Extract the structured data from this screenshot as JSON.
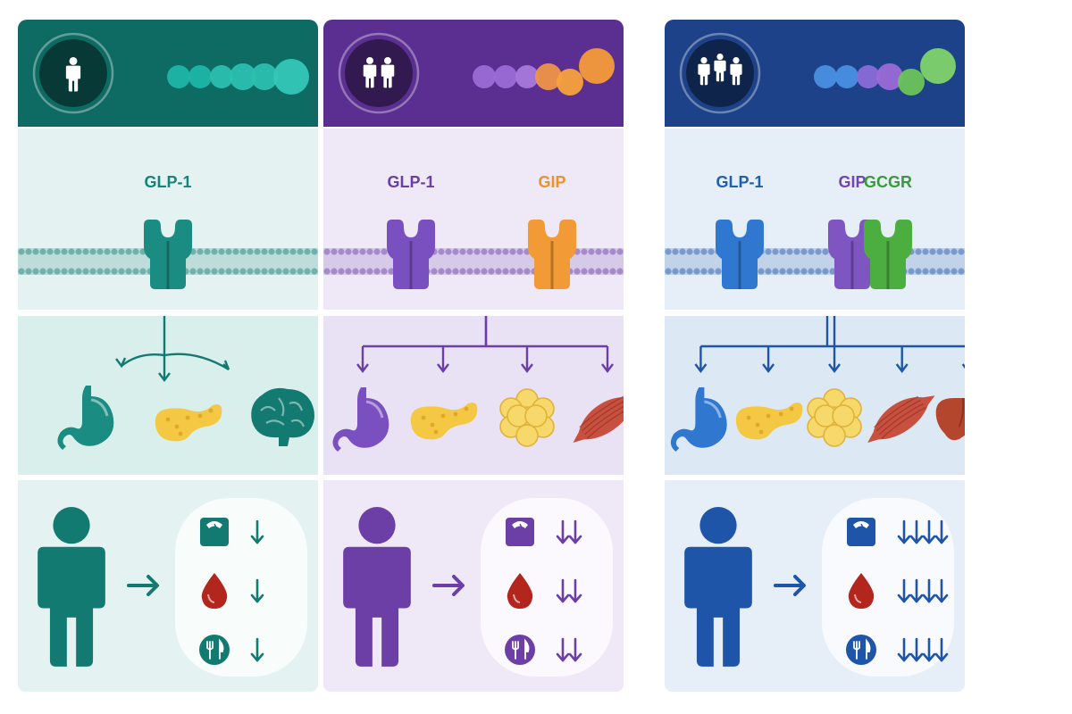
{
  "columns": [
    {
      "id": "col-1",
      "agonist": "single",
      "header_color": "#0e6b63",
      "accent": "#137a72",
      "soft_bg": "#e4f3f1",
      "soft_bg2": "#d8efeb",
      "beads": [
        "#1fb5a7",
        "#1fb5a7",
        "#2bbfb0",
        "#2bbfb0",
        "#2bbfb0",
        "#35c7b8"
      ],
      "receptors": [
        {
          "label": "GLP-1",
          "label_color": "#15857b",
          "color": "#1a8c82"
        }
      ],
      "organs": [
        "stomach",
        "pancreas",
        "brain"
      ],
      "effects": [
        {
          "icon": "scale-icon",
          "arrows": 1
        },
        {
          "icon": "blood-drop-icon",
          "arrows": 1
        },
        {
          "icon": "fork-knife-icon",
          "arrows": 1
        }
      ]
    },
    {
      "id": "col-2",
      "agonist": "dual",
      "header_color": "#5b2e91",
      "accent": "#6b3fa6",
      "soft_bg": "#efe9f7",
      "soft_bg2": "#e9e1f4",
      "beads": [
        "#9b6ad6",
        "#9b6ad6",
        "#a879dc",
        "#f0934a",
        "#f7a13d",
        "#f59a3a"
      ],
      "receptors": [
        {
          "label": "GLP-1",
          "label_color": "#6a3ea3",
          "color": "#7a4fbf"
        },
        {
          "label": "GIP",
          "label_color": "#f0902a",
          "color": "#f29a35"
        }
      ],
      "organs": [
        "stomach",
        "pancreas",
        "adipose",
        "muscle"
      ],
      "effects": [
        {
          "icon": "scale-icon",
          "arrows": 2
        },
        {
          "icon": "blood-drop-icon",
          "arrows": 2
        },
        {
          "icon": "fork-knife-icon",
          "arrows": 2
        }
      ]
    },
    {
      "id": "col-3",
      "agonist": "triple",
      "header_color": "#1d4289",
      "accent": "#1f55a8",
      "soft_bg": "#e6eef8",
      "soft_bg2": "#dde8f5",
      "beads": [
        "#4a8fe0",
        "#4a8fe0",
        "#8a6bd8",
        "#9b6ad6",
        "#6cc45a",
        "#7ed36a"
      ],
      "receptors": [
        {
          "label": "GLP-1",
          "label_color": "#1f5fb0",
          "color": "#2f77cf"
        },
        {
          "label": "GIP",
          "label_color": "#7443b5",
          "color": "#7f55c2"
        },
        {
          "label": "GCGR",
          "label_color": "#3a9a3a",
          "color": "#4cae3f"
        }
      ],
      "organs": [
        "stomach",
        "pancreas",
        "adipose",
        "muscle",
        "liver"
      ],
      "effects": [
        {
          "icon": "scale-icon",
          "arrows": 4
        },
        {
          "icon": "blood-drop-icon",
          "arrows": 4
        },
        {
          "icon": "fork-knife-icon",
          "arrows": 4
        }
      ]
    }
  ]
}
